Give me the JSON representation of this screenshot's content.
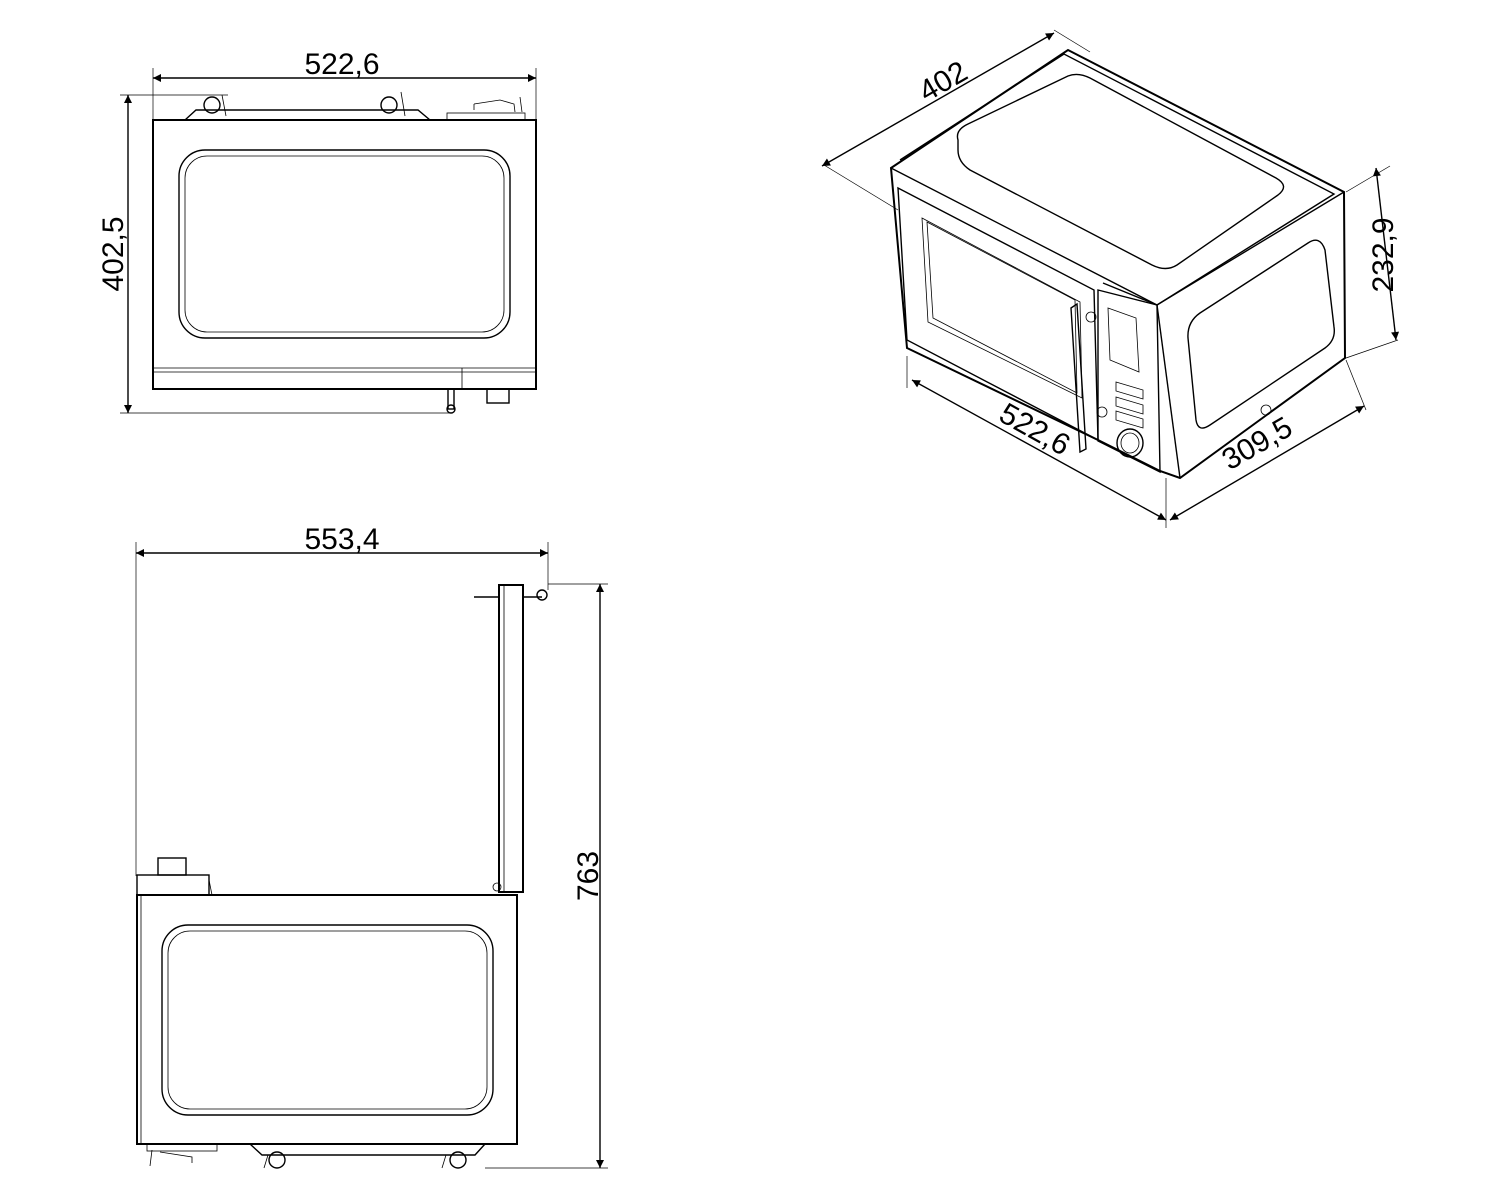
{
  "views": {
    "top": {
      "width_label": "522,6",
      "depth_label": "402,5"
    },
    "open_door": {
      "width_label": "553,4",
      "depth_label": "763"
    },
    "isometric": {
      "depth_label": "402",
      "width_label": "522,6",
      "height_label": "232,9",
      "side_label": "309,5"
    }
  }
}
